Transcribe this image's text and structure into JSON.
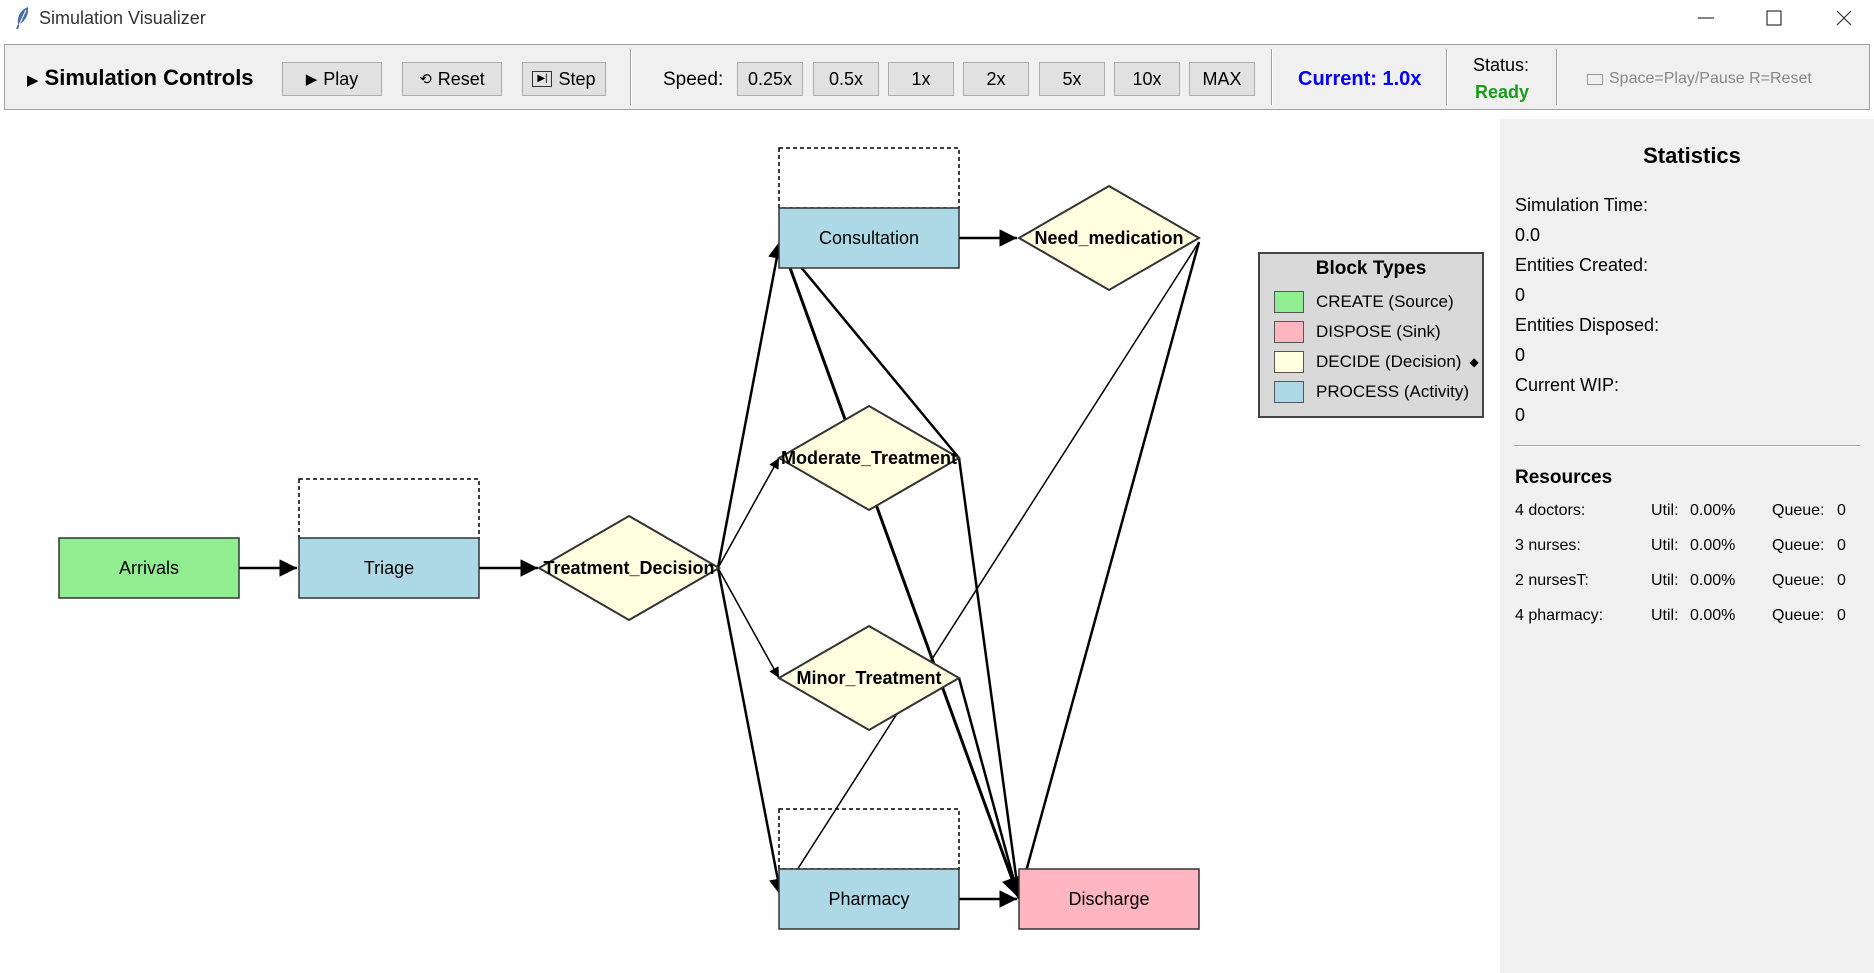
{
  "window": {
    "title": "Simulation Visualizer"
  },
  "toolbar": {
    "section_title": "Simulation Controls",
    "play_label": "Play",
    "reset_label": "Reset",
    "step_label": "Step",
    "speed_label": "Speed:",
    "speed_options": [
      "0.25x",
      "0.5x",
      "1x",
      "2x",
      "5x",
      "10x",
      "MAX"
    ],
    "current_speed": "Current: 1.0x",
    "status_label": "Status:",
    "status_value": "Ready",
    "shortcut_hint": "Space=Play/Pause  R=Reset"
  },
  "diagram": {
    "blocks": [
      {
        "id": "arrivals",
        "label": "Arrivals",
        "type": "create"
      },
      {
        "id": "triage",
        "label": "Triage",
        "type": "process"
      },
      {
        "id": "treatment_decision",
        "label": "Treatment_Decision",
        "type": "decide"
      },
      {
        "id": "consultation",
        "label": "Consultation",
        "type": "process"
      },
      {
        "id": "need_medication",
        "label": "Need_medication",
        "type": "decide"
      },
      {
        "id": "moderate_treatment",
        "label": "Moderate_Treatment",
        "type": "decide"
      },
      {
        "id": "minor_treatment",
        "label": "Minor_Treatment",
        "type": "decide"
      },
      {
        "id": "pharmacy",
        "label": "Pharmacy",
        "type": "process"
      },
      {
        "id": "discharge",
        "label": "Discharge",
        "type": "dispose"
      }
    ],
    "connections": [
      [
        "arrivals",
        "triage"
      ],
      [
        "triage",
        "treatment_decision"
      ],
      [
        "treatment_decision",
        "consultation"
      ],
      [
        "treatment_decision",
        "moderate_treatment"
      ],
      [
        "treatment_decision",
        "minor_treatment"
      ],
      [
        "treatment_decision",
        "pharmacy"
      ],
      [
        "consultation",
        "need_medication"
      ],
      [
        "consultation",
        "discharge"
      ],
      [
        "need_medication",
        "pharmacy"
      ],
      [
        "need_medication",
        "discharge"
      ],
      [
        "moderate_treatment",
        "consultation"
      ],
      [
        "moderate_treatment",
        "discharge"
      ],
      [
        "minor_treatment",
        "discharge"
      ],
      [
        "pharmacy",
        "discharge"
      ]
    ]
  },
  "legend": {
    "title": "Block Types",
    "items": [
      {
        "label": "CREATE (Source)",
        "color": "#90ee90"
      },
      {
        "label": "DISPOSE (Sink)",
        "color": "#ffb6c1"
      },
      {
        "label": "DECIDE (Decision)",
        "color": "#ffffe0"
      },
      {
        "label": "PROCESS (Activity)",
        "color": "#add8e6"
      }
    ]
  },
  "statistics": {
    "title": "Statistics",
    "sim_time_label": "Simulation Time:",
    "sim_time_value": "0.0",
    "created_label": "Entities Created:",
    "created_value": "0",
    "disposed_label": "Entities Disposed:",
    "disposed_value": "0",
    "wip_label": "Current WIP:",
    "wip_value": "0"
  },
  "resources": {
    "title": "Resources",
    "rows": [
      {
        "name": "4 doctors:",
        "util_label": "Util:",
        "util": "0.00%",
        "queue_label": "Queue:",
        "queue": "0"
      },
      {
        "name": "3 nurses:",
        "util_label": "Util:",
        "util": "0.00%",
        "queue_label": "Queue:",
        "queue": "0"
      },
      {
        "name": "2 nursesT:",
        "util_label": "Util:",
        "util": "0.00%",
        "queue_label": "Queue:",
        "queue": "0"
      },
      {
        "name": "4 pharmacy:",
        "util_label": "Util:",
        "util": "0.00%",
        "queue_label": "Queue:",
        "queue": "0"
      }
    ]
  },
  "colors": {
    "create": "#90ee90",
    "process": "#add8e6",
    "decide": "#ffffe0",
    "dispose": "#ffb6c1",
    "current_speed": "#0000ff",
    "status_ready": "#1a9c1a"
  }
}
